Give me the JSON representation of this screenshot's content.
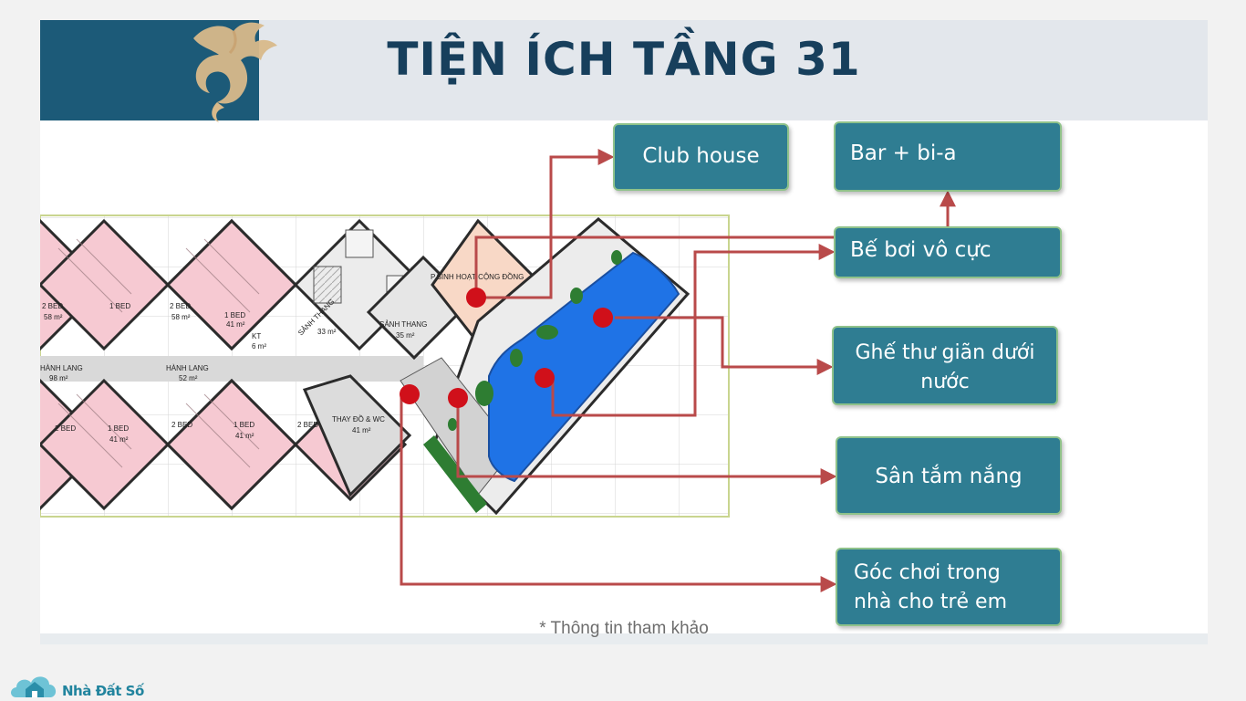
{
  "title": "TIỆN ÍCH TẦNG 31",
  "footnote": "* Thông tin tham khảo",
  "brand": {
    "name": "Nhà Đất Số"
  },
  "colors": {
    "header_dark": "#1c5a78",
    "callout_fill": "#2f7d92",
    "callout_border": "#8fc28a",
    "connector": "#b94a4a",
    "marker": "#d0101a",
    "pool": "#1f73e6",
    "unit_pink": "#f6c9d2",
    "community_room": "#f8d8c6"
  },
  "callouts": [
    {
      "id": "club-house",
      "text": "Club house"
    },
    {
      "id": "bar-billiards",
      "text": "Bar + bi-a"
    },
    {
      "id": "infinity-pool",
      "text": "Bế bơi vô cực"
    },
    {
      "id": "underwater-loungers",
      "text": "Ghế thư giãn dưới nước"
    },
    {
      "id": "sun-deck",
      "text": "Sân tắm nắng"
    },
    {
      "id": "kids-playroom",
      "text": "Góc chơi trong nhà cho trẻ em"
    }
  ],
  "plan_labels": {
    "bed_2": "2 BED",
    "bed_1": "1 BED",
    "area_58": "58 m²",
    "area_41": "41 m²",
    "corridor": "HÀNH LANG",
    "corridor_area_98": "98 m²",
    "corridor_area_52": "52 m²",
    "staircase_hall": "SẢNH THANG",
    "staircase_area_33": "33 m²",
    "staircase_area_35": "35 m²",
    "community_room": "P.SINH HOẠT CỘNG ĐỒNG",
    "changing_room": "THAY ĐỒ & WC",
    "changing_area": "41 m²",
    "tech": "KT",
    "tech_area": "6 m²"
  }
}
